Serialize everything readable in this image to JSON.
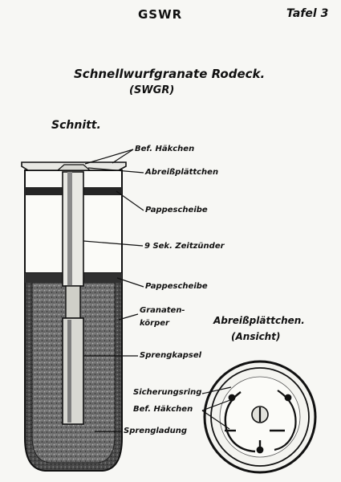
{
  "header": {
    "left": "GSWR",
    "right": "Tafel 3"
  },
  "title": {
    "line1": "Schnellwurfgranate Rodeck.",
    "line2": "(SWGR)"
  },
  "section_label": "Schnitt.",
  "cross_section_labels": {
    "bef_haekchen": "Bef. Häkchen",
    "abreissplaettchen": "Abreißplättchen",
    "pappescheibe_top": "Pappescheibe",
    "zeitzuender": "9 Sek. Zeitzünder",
    "pappescheibe_bottom": "Pappescheibe",
    "granatenkoerper_line1": "Granaten-",
    "granatenkoerper_line2": "körper",
    "sprengkapsel": "Sprengkapsel",
    "sprengladung": "Sprengladung"
  },
  "detail_view": {
    "title_line1": "Abreißplättchen.",
    "title_line2": "(Ansicht)",
    "sicherungsring": "Sicherungsring",
    "bef_haekchen": "Bef. Häkchen"
  },
  "colors": {
    "ink": "#111111",
    "paper": "#f7f7f4",
    "fill_dark": "#3a3a3a",
    "fill_mid": "#7a7a7a"
  }
}
